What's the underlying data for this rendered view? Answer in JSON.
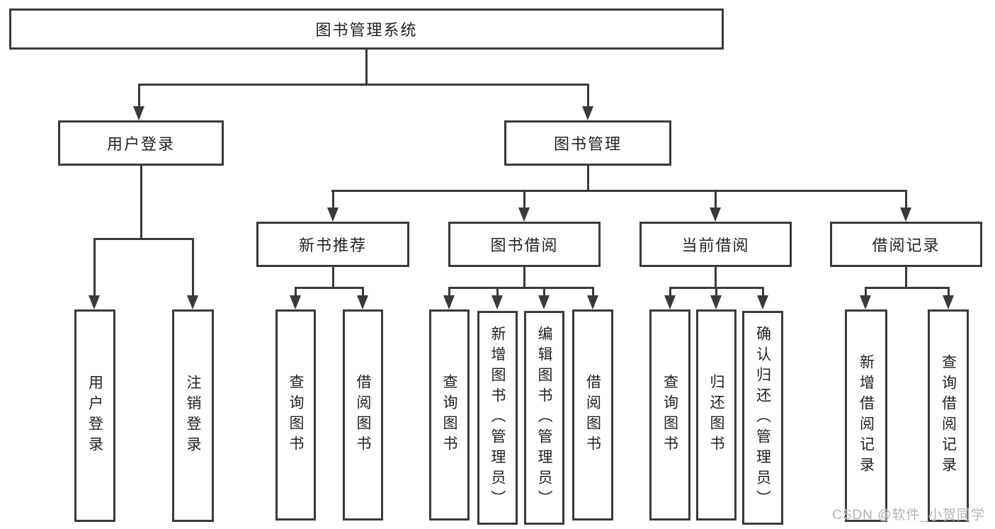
{
  "tree": {
    "root": "图书管理系统",
    "level1": [
      {
        "label": "用户登录",
        "leaves": [
          "用户登录",
          "注销登录"
        ]
      },
      {
        "label": "图书管理",
        "groups": [
          {
            "label": "新书推荐",
            "leaves": [
              "查询图书",
              "借阅图书"
            ]
          },
          {
            "label": "图书借阅",
            "leaves": [
              "查询图书",
              "新增图书（管理员）",
              "编辑图书（管理员）",
              "借阅图书"
            ]
          },
          {
            "label": "当前借阅",
            "leaves": [
              "查询图书",
              "归还图书",
              "确认归还（管理员）"
            ]
          },
          {
            "label": "借阅记录",
            "leaves": [
              "新增借阅记录",
              "查询借阅记录"
            ]
          }
        ]
      }
    ]
  },
  "watermark": "CSDN @软件_小贺同学",
  "colors": {
    "line": "#3a3a3a",
    "box_background": "#ffffff",
    "text": "#222222",
    "watermark": "#b3b3b3"
  }
}
